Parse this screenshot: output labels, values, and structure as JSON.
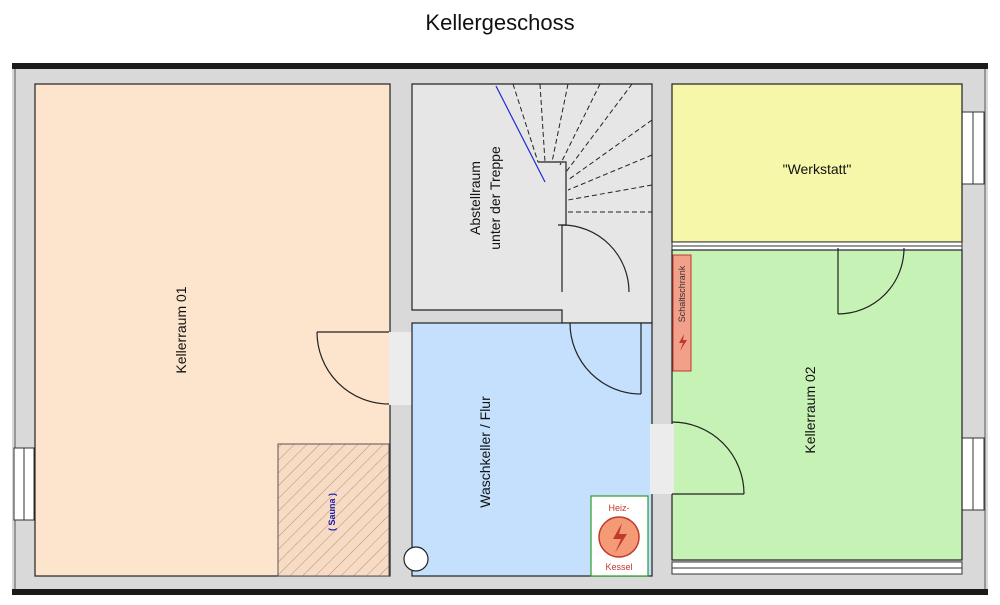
{
  "title": "Kellergeschoss",
  "rooms": {
    "kellerraum01": {
      "label": "Kellerraum 01",
      "color": "#fde4cc"
    },
    "abstellraum": {
      "line1": "Abstellraum",
      "line2": "unter der Treppe",
      "color": "#e6e6e6"
    },
    "werkstatt": {
      "label": "\"Werkstatt\"",
      "color": "#f6f7a8"
    },
    "waschkeller": {
      "label": "Waschkeller / Flur",
      "color": "#c4e0fc"
    },
    "kellerraum02": {
      "label": "Kellerraum 02",
      "color": "#c7f2b5"
    },
    "sauna": {
      "label": "( Sauna )",
      "color": "#f6dcc4"
    }
  },
  "fixtures": {
    "schaltschrank": {
      "label": "Schaltschrank",
      "color": "#f2a08a"
    },
    "heizkessel": {
      "line1": "Heiz-",
      "line2": "Kessel",
      "color": "#f59a76"
    }
  },
  "colors": {
    "wall": "#d9d9d9",
    "wall_outline": "#222222"
  }
}
